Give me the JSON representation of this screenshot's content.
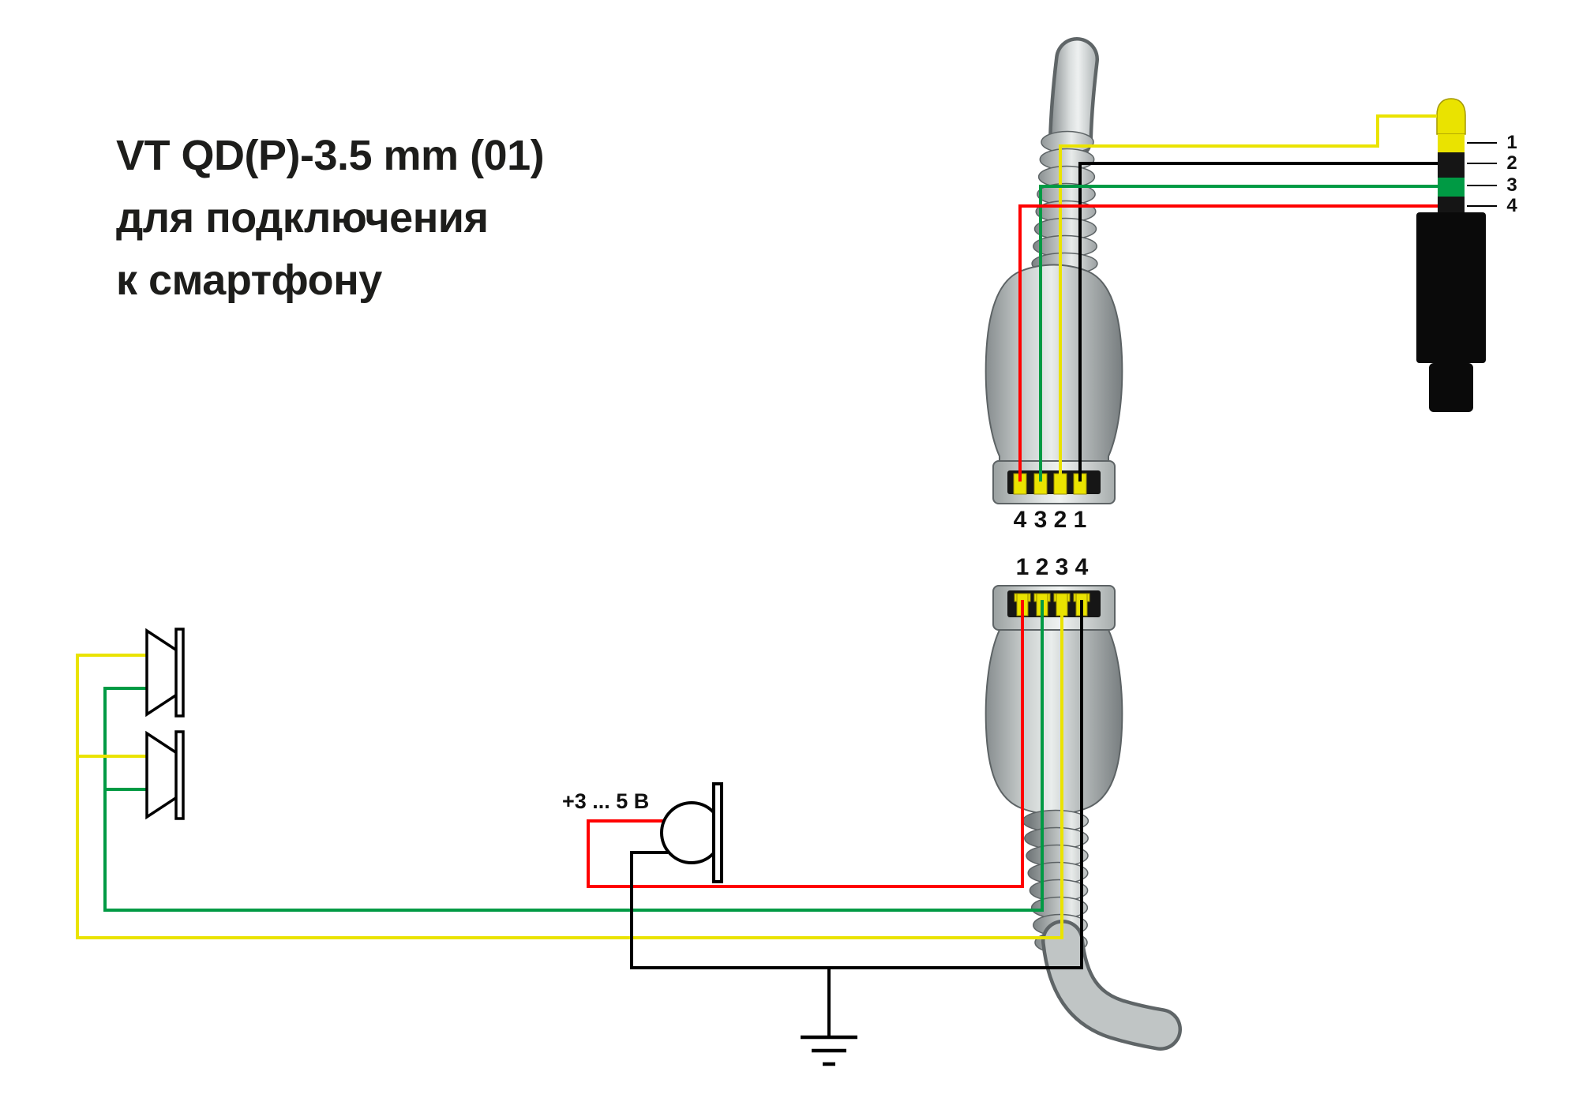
{
  "title": {
    "lines": [
      "VT QD(P)-3.5 mm (01)",
      "для подключения",
      "к смартфону"
    ]
  },
  "top_connector": {
    "pins": [
      "4",
      "3",
      "2",
      "1"
    ]
  },
  "bottom_connector": {
    "pins": [
      "1",
      "2",
      "3",
      "4"
    ]
  },
  "jack": {
    "pins": [
      "1",
      "2",
      "3",
      "4"
    ]
  },
  "mic": {
    "voltage_label": "+3 ... 5 В"
  },
  "colors": {
    "yellow": "#eae300",
    "green": "#009a44",
    "red": "#ff0000",
    "black": "#000000"
  }
}
